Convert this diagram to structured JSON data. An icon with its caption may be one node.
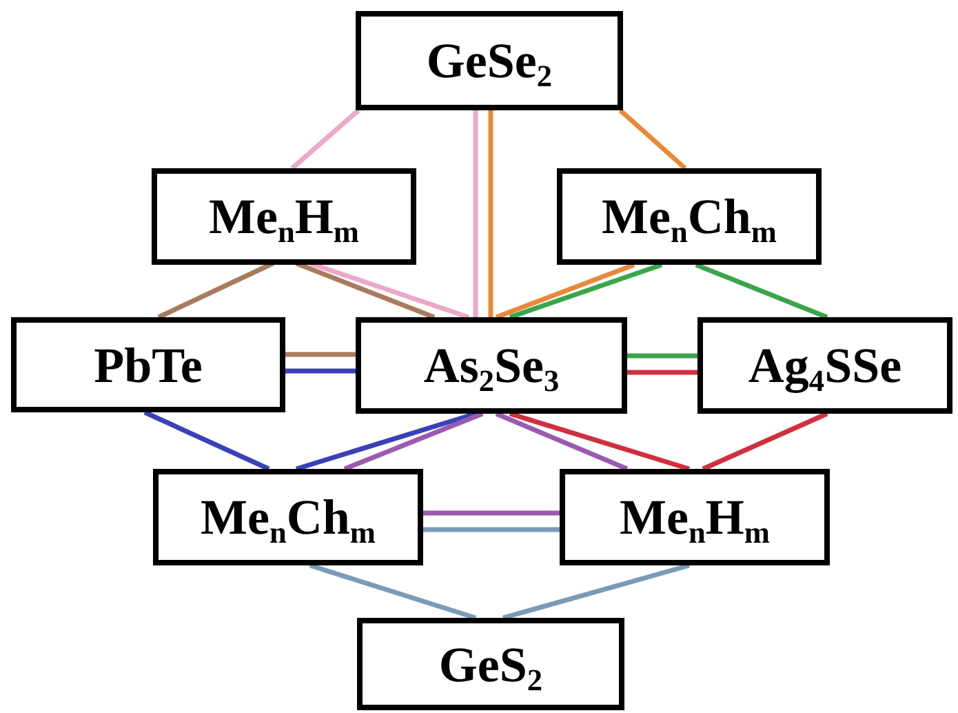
{
  "diagram": {
    "nodes": [
      {
        "text": [
          "GeSe$_{2}$"
        ]
      },
      {
        "text": [
          "Me$_{n}$H$_{m}$"
        ]
      },
      {
        "text": [
          "Me$_{n}$Ch$_{m}$"
        ]
      },
      {
        "text": [
          "PbTe"
        ]
      },
      {
        "text": [
          "As$_{2}$Se$_{3}$"
        ]
      },
      {
        "text": [
          "Ag$_{4}$SSe"
        ]
      },
      {
        "text": [
          "Me$_{n}$Ch$_{m}$"
        ]
      },
      {
        "text": [
          "Me$_{n}$H$_{m}$"
        ]
      },
      {
        "text": [
          "GeS$_{2}$"
        ]
      }
    ],
    "edges": [
      {
        "from": 0,
        "to": 1,
        "arrow": "none",
        "color": "#eaa9c9"
      },
      {
        "from": 0,
        "to": 4,
        "arrow": "none",
        "color": "#eaa9c9"
      },
      {
        "from": 1,
        "to": 4,
        "arrow": "none",
        "color": "#eaa9c9"
      },
      {
        "from": 0,
        "to": 2,
        "arrow": "none",
        "color": "#e8893a"
      },
      {
        "from": 0,
        "to": 4,
        "arrow": "none",
        "color": "#e8893a"
      },
      {
        "from": 2,
        "to": 4,
        "arrow": "none",
        "color": "#e8893a"
      },
      {
        "from": 1,
        "to": 3,
        "arrow": "none",
        "color": "#a87a5e"
      },
      {
        "from": 1,
        "to": 4,
        "arrow": "none",
        "color": "#a87a5e"
      },
      {
        "from": 3,
        "to": 4,
        "arrow": "none",
        "color": "#a87a5e"
      },
      {
        "from": 2,
        "to": 4,
        "arrow": "none",
        "color": "#3aa54a"
      },
      {
        "from": 2,
        "to": 5,
        "arrow": "none",
        "color": "#3aa54a"
      },
      {
        "from": 4,
        "to": 5,
        "arrow": "none",
        "color": "#3aa54a"
      },
      {
        "from": 4,
        "to": 5,
        "arrow": "none",
        "color": "#d0303e"
      },
      {
        "from": 4,
        "to": 7,
        "arrow": "none",
        "color": "#d0303e"
      },
      {
        "from": 5,
        "to": 7,
        "arrow": "none",
        "color": "#d0303e"
      },
      {
        "from": 3,
        "to": 4,
        "arrow": "none",
        "color": "#3a40b8"
      },
      {
        "from": 3,
        "to": 6,
        "arrow": "none",
        "color": "#3a40b8"
      },
      {
        "from": 4,
        "to": 6,
        "arrow": "none",
        "color": "#3a40b8"
      },
      {
        "from": 4,
        "to": 6,
        "arrow": "none",
        "color": "#9a5ab0"
      },
      {
        "from": 4,
        "to": 7,
        "arrow": "none",
        "color": "#9a5ab0"
      },
      {
        "from": 6,
        "to": 7,
        "arrow": "none",
        "color": "#9a5ab0"
      },
      {
        "from": 6,
        "to": 7,
        "arrow": "none",
        "color": "#7a9ab8"
      },
      {
        "from": 6,
        "to": 8,
        "arrow": "none",
        "color": "#7a9ab8"
      },
      {
        "from": 7,
        "to": 8,
        "arrow": "none",
        "color": "#7a9ab8"
      }
    ]
  }
}
